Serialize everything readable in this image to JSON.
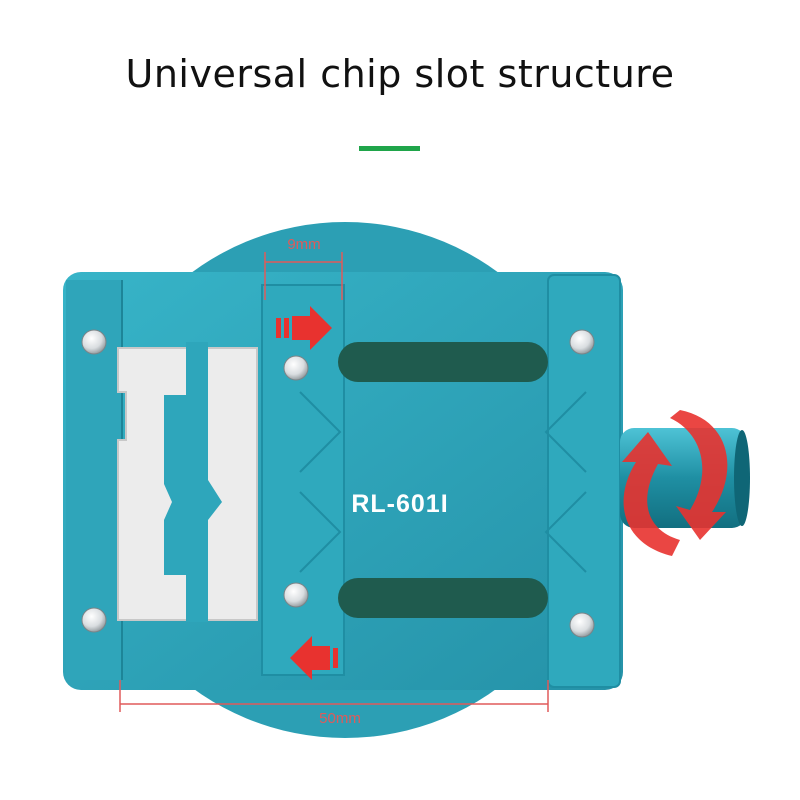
{
  "title": "Universal chip slot structure",
  "model_label": "RL-601I",
  "dimensions": {
    "slot_gap": "9mm",
    "total_width": "50mm"
  },
  "colors": {
    "accent": "#1fa54a",
    "plate": "#2ba3b8",
    "plate_dark": "#1d8196",
    "slot": "#1d5a4c",
    "arrow": "#e8322f",
    "dimension_line": "#e05a5a"
  },
  "icons": [
    "arrow-right-icon",
    "arrow-left-icon",
    "rotate-arrows-icon",
    "screw-icon"
  ]
}
